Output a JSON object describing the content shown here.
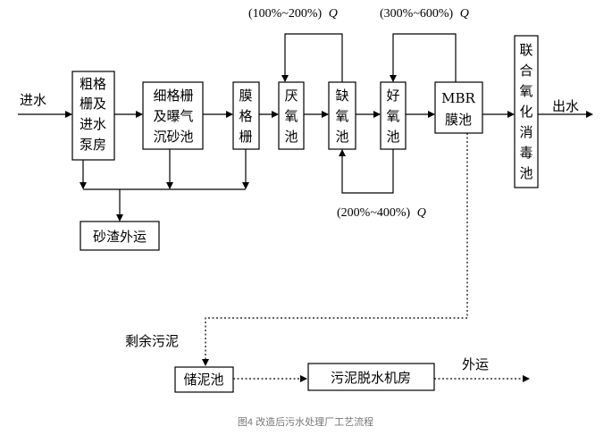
{
  "nodes": {
    "coarse_screen": [
      "粗格",
      "栅及",
      "进水",
      "泵房"
    ],
    "fine_screen": [
      "细格栅",
      "及曝气",
      "沉砂池"
    ],
    "membrane_screen": [
      "膜",
      "格",
      "栅"
    ],
    "anaerobic": [
      "厌",
      "氧",
      "池"
    ],
    "anoxic": [
      "缺",
      "氧",
      "池"
    ],
    "aerobic": [
      "好",
      "氧",
      "池"
    ],
    "mbr": [
      "MBR",
      "膜池"
    ],
    "disinfection": [
      "联",
      "合",
      "氧",
      "化",
      "消",
      "毒",
      "池"
    ],
    "grit_out": "砂渣外运",
    "sludge_tank": "储泥池",
    "dewatering": "污泥脱水机房"
  },
  "labels": {
    "influent": "进水",
    "effluent": "出水",
    "recycle_1": "(100%~200%)",
    "recycle_2": "(300%~600%)",
    "recycle_3": "(200%~400%)",
    "flow_symbol": "Q",
    "excess_sludge": "剩余污泥",
    "sludge_out": "外运"
  },
  "caption": "图4 改造后污水处理厂工艺流程"
}
